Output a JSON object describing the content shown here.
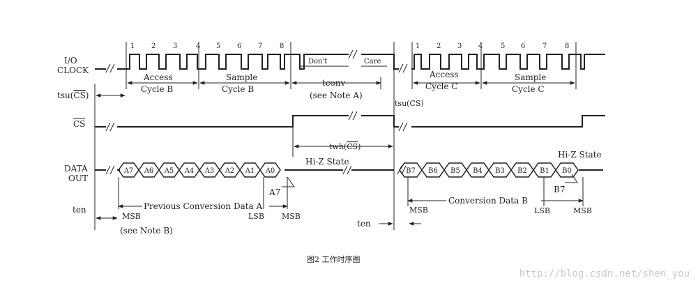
{
  "signals": {
    "io_clock_line1": "I/O",
    "io_clock_line2": "CLOCK",
    "cs": "CS",
    "data_out_line1": "DATA",
    "data_out_line2": "OUT"
  },
  "clock_numbers_1": [
    "1",
    "2",
    "3",
    "4",
    "5",
    "6",
    "7",
    "8"
  ],
  "clock_numbers_2": [
    "1",
    "2",
    "3",
    "4",
    "5",
    "6",
    "7",
    "8"
  ],
  "dont_care_left": "Don't",
  "dont_care_right": "Care",
  "cycles": {
    "access_b_1": "Access",
    "access_b_2": "Cycle B",
    "sample_b_1": "Sample",
    "sample_b_2": "Cycle B",
    "tconv": "tconv",
    "note_a": "(see Note A)",
    "access_c_1": "Access",
    "access_c_2": "Cycle C",
    "sample_c_1": "Sample",
    "sample_c_2": "Cycle C"
  },
  "timing": {
    "tsu_cs_left": "tsu(",
    "tsu_cs_left_cs": "CS",
    "tsu_cs_left_end": ")",
    "tsu_cs_right": "tsu(CS)",
    "twh": "twh(",
    "twh_cs": "CS",
    "twh_end": ")",
    "ten_left": "ten",
    "ten_right": "ten"
  },
  "bus_a": [
    "A7",
    "A6",
    "A5",
    "A4",
    "A3",
    "A2",
    "A1",
    "A0"
  ],
  "bus_b": [
    "B7",
    "B6",
    "B5",
    "B4",
    "B3",
    "B2",
    "B1",
    "B0"
  ],
  "hiz_state_1": "Hi-Z State",
  "hiz_state_2": "Hi-Z State",
  "a7_marker": "A7",
  "b7_marker": "B7",
  "prev_data_a": "Previous Conversion Data A",
  "conv_data_b": "Conversion Data B",
  "msb": "MSB",
  "lsb": "LSB",
  "note_b": "(see Note B)",
  "caption": "图2  工作时序图",
  "watermark": "http://blog.csdn.net/shen_you"
}
